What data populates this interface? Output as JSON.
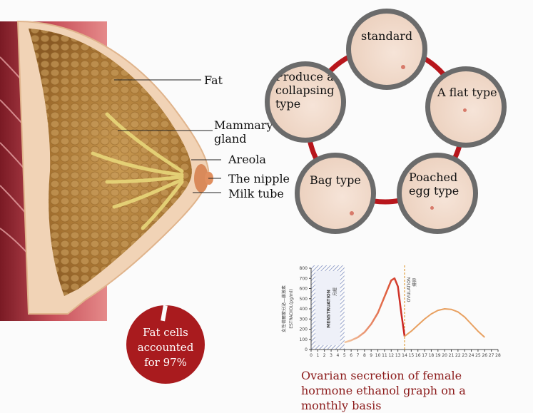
{
  "anatomy": {
    "labels": {
      "fat": "Fat",
      "mammary_gland": "Mammary gland",
      "areola": "Areola",
      "nipple": "The nipple",
      "milk_tube": "Milk tube"
    },
    "fat_badge": "Fat cells accounted for 97%"
  },
  "shapes_ring": {
    "ring_color": "#b8161c",
    "items": [
      {
        "label": "standard"
      },
      {
        "label": "A flat type"
      },
      {
        "label": "Poached egg type"
      },
      {
        "label": "Bag type"
      },
      {
        "label": "Produce a collapsing type"
      }
    ]
  },
  "chart_data": {
    "type": "line",
    "ylabel": "ESTRADIOL(pg/ml)",
    "ylabel_cn": "女性荷爾蒙分泌—雌激素",
    "ylim": [
      0,
      800
    ],
    "yticks": [
      0,
      100,
      200,
      300,
      400,
      500,
      600,
      700,
      800
    ],
    "xlim": [
      0,
      28
    ],
    "xticks": [
      0,
      1,
      2,
      3,
      4,
      5,
      6,
      7,
      8,
      9,
      10,
      11,
      12,
      13,
      14,
      15,
      16,
      17,
      18,
      19,
      20,
      21,
      22,
      23,
      24,
      25,
      26,
      27,
      28
    ],
    "menstruation_label": "MENSTRUATION",
    "menstruation_cn": "月經",
    "ovulation_label": "OVULATION",
    "ovulation_cn": "排卵",
    "series": [
      {
        "x": [
          5,
          6,
          7,
          8,
          9,
          10,
          11,
          12,
          12.5,
          13,
          13.5,
          14
        ],
        "y": [
          70,
          90,
          120,
          170,
          250,
          360,
          520,
          680,
          700,
          620,
          360,
          130
        ]
      },
      {
        "x": [
          14,
          15,
          16,
          17,
          18,
          19,
          20,
          21,
          22,
          23,
          24,
          25,
          26
        ],
        "y": [
          130,
          180,
          240,
          300,
          350,
          385,
          400,
          395,
          370,
          320,
          250,
          180,
          120
        ]
      }
    ],
    "caption": "Ovarian secretion of female hormone ethanol graph on a monthly basis"
  }
}
